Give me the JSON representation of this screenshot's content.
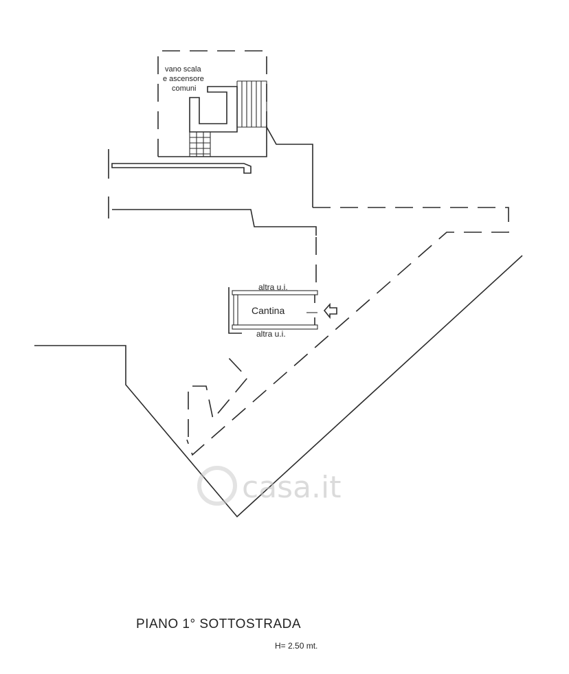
{
  "plan": {
    "title": "PIANO 1° SOTTOSTRADA",
    "height_note": "H= 2.50 mt.",
    "labels": {
      "stair_line1": "vano scala",
      "stair_line2": "e ascensore",
      "stair_line3": "comuni",
      "room": "Cantina",
      "neighbor_top": "altra u.i.",
      "neighbor_bottom": "altra u.i."
    },
    "watermark": "casa.it",
    "colors": {
      "ink": "#2a2a2a",
      "watermark": "#bfbfbf"
    }
  }
}
